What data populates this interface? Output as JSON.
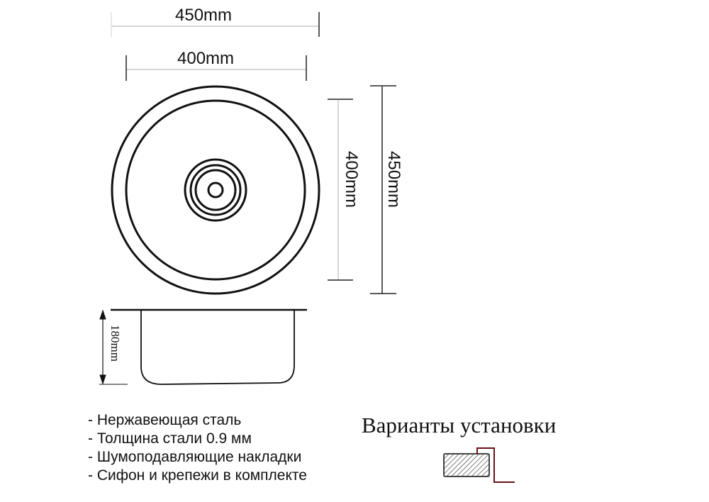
{
  "dimensions": {
    "top_outer": "450mm",
    "top_inner": "400mm",
    "right_inner": "400mm",
    "right_outer": "450mm",
    "depth": "180mm"
  },
  "features": [
    "- Нержавеющая сталь",
    "- Толщина стали 0.9 мм",
    "- Шумоподавляющие накладки",
    "- Сифон и крепежи в комплекте"
  ],
  "installation": {
    "title": "Варианты установки",
    "icon": "undermount-install-icon",
    "accent_color": "#6b0f14"
  },
  "colors": {
    "line": "#111111",
    "dim_line_light": "#bdbdbd",
    "hatch": "#444444"
  }
}
